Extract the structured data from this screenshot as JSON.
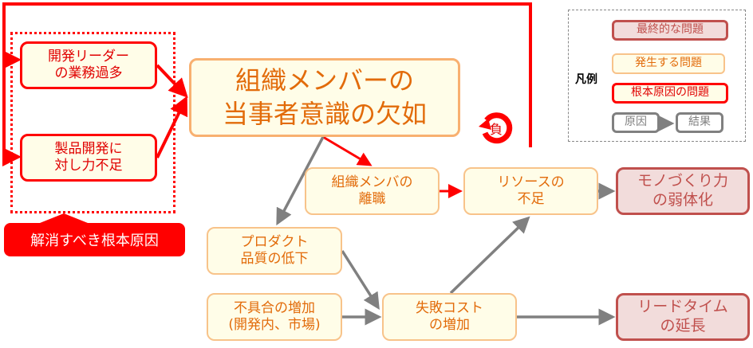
{
  "root_causes": [
    "開発リーダー\nの業務過多",
    "製品開発に\n対し力不足"
  ],
  "callout": "解消すべき根本原因",
  "central": "組織メンバーの\n当事者意識の欠如",
  "nodes": {
    "turnover": "組織メンバの\n離職",
    "resource": "リソースの\n不足",
    "manufacturing": "モノづくり力\nの弱体化",
    "quality": "プロダクト\n品質の低下",
    "defects": "不具合の増加\n(開発内、市場)",
    "failure_cost": "失敗コスト\nの増加",
    "lead_time": "リードタイム\nの延長"
  },
  "loop_label": "負",
  "legend": {
    "title": "凡例",
    "final": "最終的な問題",
    "occur": "発生する問題",
    "root": "根本原因の問題",
    "cause": "原因",
    "result": "結果"
  },
  "colors": {
    "red": "#ff0000",
    "gray": "#808080",
    "orange": "#e26b0a",
    "final": "#c0504d"
  }
}
